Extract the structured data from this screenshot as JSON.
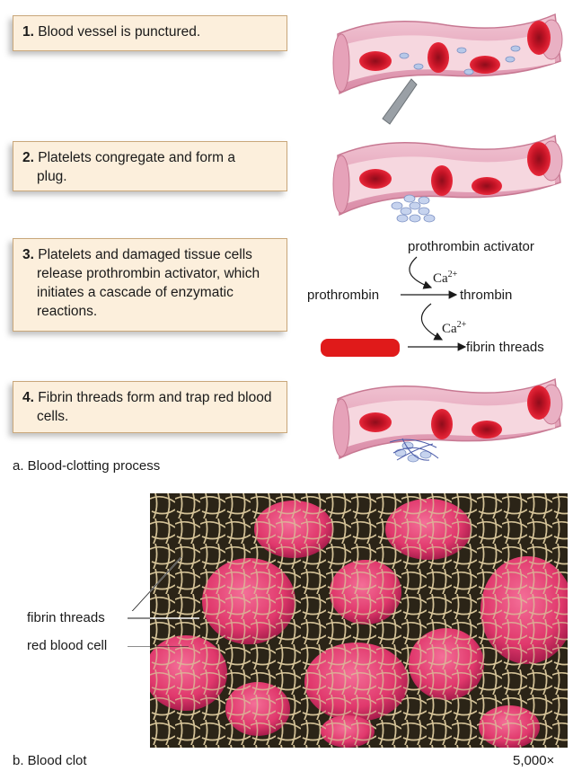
{
  "steps": [
    {
      "number": "1.",
      "text": "Blood vessel is punctured."
    },
    {
      "number": "2.",
      "text": "Platelets congregate and form a plug."
    },
    {
      "number": "3.",
      "text": "Platelets and damaged tissue cells release prothrombin activator, which initiates a cascade of enzymatic reactions."
    },
    {
      "number": "4.",
      "text": "Fibrin threads form and trap red blood cells."
    }
  ],
  "reaction": {
    "activator": "prothrombin activator",
    "substrate": "prothrombin",
    "product1": "thrombin",
    "cofactor_base": "Ca",
    "cofactor_charge": "2+",
    "product2": "fibrin threads"
  },
  "captions": {
    "part_a": "a. Blood-clotting process",
    "part_b": "b. Blood clot",
    "magnification": "5,000×"
  },
  "micrograph_labels": {
    "fibrin": "fibrin threads",
    "rbc": "red blood cell"
  },
  "colors": {
    "box_fill": "#fcefdc",
    "vessel": "#e7a9bf",
    "rbc": "#d0192d",
    "fibrin": "#c9b48a",
    "micro_cell": "#e8457a"
  }
}
